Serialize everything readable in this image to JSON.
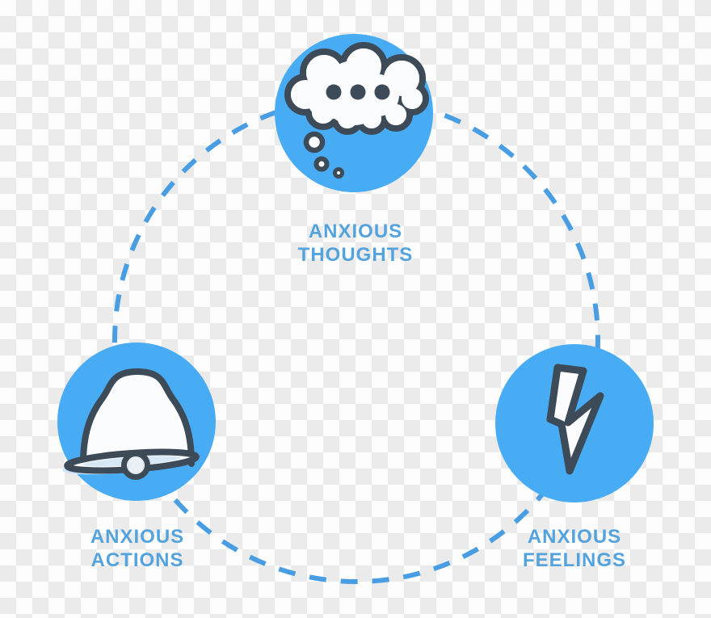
{
  "nodes": [
    {
      "label_line1": "ANXIOUS",
      "label_line2": "THOUGHTS",
      "icon": "thought-bubble-icon"
    },
    {
      "label_line1": "ANXIOUS",
      "label_line2": "ACTIONS",
      "icon": "bell-icon"
    },
    {
      "label_line1": "ANXIOUS",
      "label_line2": "FEELINGS",
      "icon": "lightning-bolt-icon"
    }
  ],
  "colors": {
    "node_fill": "#48acf5",
    "dash_stroke": "#499ee3",
    "label_text": "#55a3dd",
    "icon_outline": "#3d4a57",
    "icon_fill": "#fbfcfd",
    "bell_rim_shadow": "#c9e2f5",
    "bell_rim_inner": "#d6e7f6",
    "bell_clapper": "#e9eff4",
    "checker_light": "#fdfdfd",
    "checker_gray": "#ebebeb"
  }
}
